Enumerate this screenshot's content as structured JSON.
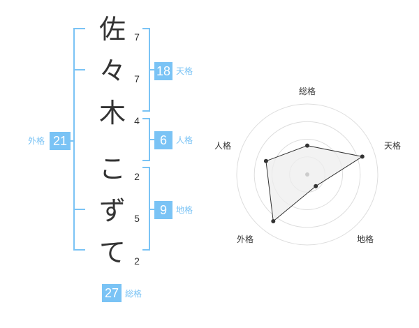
{
  "name_chars": [
    "佐",
    "々",
    "木",
    "こ",
    "ず",
    "て"
  ],
  "stroke_counts": [
    "7",
    "7",
    "4",
    "2",
    "5",
    "2"
  ],
  "tenkaku": {
    "value": "18",
    "label": "天格"
  },
  "jinkaku": {
    "value": "6",
    "label": "人格"
  },
  "chikaku": {
    "value": "9",
    "label": "地格"
  },
  "gaikaku": {
    "value": "21",
    "label": "外格"
  },
  "soukaku": {
    "value": "27",
    "label": "総格"
  },
  "radar": {
    "labels": {
      "top": "総格",
      "right": "天格",
      "bottom_right": "地格",
      "bottom_left": "外格",
      "left": "人格"
    },
    "values": {
      "soukaku": 0.5,
      "tenkaku": 1.0,
      "chikaku": 0.25,
      "gaikaku": 1.0,
      "jinkaku": 0.75
    },
    "max_ring_levels": 4
  },
  "colors": {
    "accent": "#7ac3f5",
    "text": "#333333",
    "ring": "#dddddd",
    "fill": "#eeeeee"
  }
}
